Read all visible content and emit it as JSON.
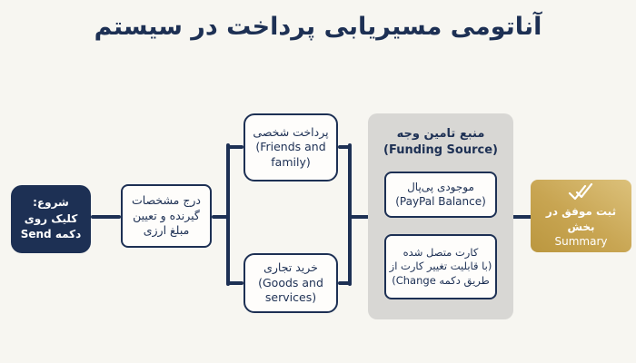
{
  "title": "آناتومی مسیریابی پرداخت در سیستم",
  "flow": {
    "start": {
      "lines": [
        "شروع:",
        "کلیک روی",
        "دکمه Send"
      ]
    },
    "details": {
      "lines": [
        "درج مشخصات",
        "گیرنده و تعیین",
        "مبلغ ارزی"
      ]
    },
    "personal": {
      "lines": [
        "پرداخت شخصی",
        "(Friends and",
        "family)"
      ]
    },
    "commercial": {
      "lines": [
        "خرید تجاری",
        "(Goods and",
        "services)"
      ]
    },
    "funding": {
      "title_fa": "منبع تامین وجه",
      "title_en": "(Funding Source)",
      "balance": {
        "lines": [
          "موجودی پی‌پال",
          "(PayPal Balance)"
        ]
      },
      "card": {
        "lines": [
          "کارت متصل شده",
          "(با قابلیت تغییر کارت از",
          "طریق دکمه Change)"
        ]
      }
    },
    "result": {
      "icon": "double-check-icon",
      "lines": [
        "ثبت موفق در بخش",
        "Summary"
      ]
    }
  },
  "colors": {
    "navy": "#1d3054",
    "gold": "#c8a552",
    "gold_light": "#dcc17b",
    "gold_dark": "#bb973f",
    "group_gray": "#d8d7d4",
    "background": "#f7f6f1",
    "node_white": "#fefdfb",
    "text_white": "#ffffff"
  }
}
